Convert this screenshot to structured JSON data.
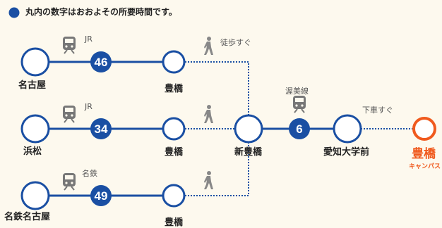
{
  "legend": "丸内の数字はおおよその所要時間です。",
  "colors": {
    "line": "#1a4fa3",
    "dotted": "#1a4fa3",
    "destination": "#f05a1e",
    "icon": "#777777"
  },
  "stations": {
    "nagoya": "名古屋",
    "hamamatsu": "浜松",
    "meitetsu_nagoya": "名鉄名古屋",
    "toyohashi_1": "豊橋",
    "toyohashi_2": "豊橋",
    "toyohashi_3": "豊橋",
    "shin_toyohashi": "新豊橋",
    "aichi_univ_mae": "愛知大学前",
    "toyohashi_campus": "豊橋",
    "campus_sub": "キャンパス"
  },
  "lines": {
    "jr_1": "JR",
    "jr_2": "JR",
    "meitetsu": "名鉄",
    "atsumi": "渥美線"
  },
  "times": {
    "nagoya_route": "46",
    "hamamatsu_route": "34",
    "meitetsu_route": "49",
    "atsumi_route": "6"
  },
  "walk_notes": {
    "walk_soon": "徒歩すぐ",
    "get_off_soon": "下車すぐ"
  },
  "icons": {
    "train": "train-icon",
    "walk": "walking-person-icon",
    "legend_dot": "circle-bullet-icon"
  }
}
